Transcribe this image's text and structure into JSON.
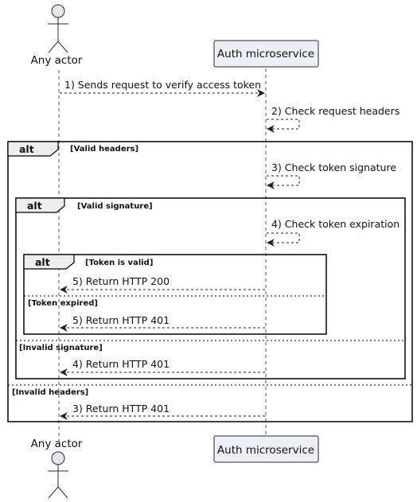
{
  "participants": {
    "actor": "Any actor",
    "service": "Auth microservice"
  },
  "messages": [
    "1) Sends request to verify access token",
    "2) Check request headers",
    "3) Check token signature",
    "4) Check token expiration",
    "5) Return HTTP 200",
    "5) Return HTTP 401",
    "4) Return HTTP 401",
    "3) Return HTTP 401"
  ],
  "fragments": {
    "keyword": "alt",
    "outer_guard": "[Valid headers]",
    "outer_else_guard": "[Invalid headers]",
    "middle_guard": "[Valid signature]",
    "middle_else_guard": "[Invalid signature]",
    "inner_guard": "[Token is valid]",
    "inner_else_guard": "[Token expired]"
  }
}
